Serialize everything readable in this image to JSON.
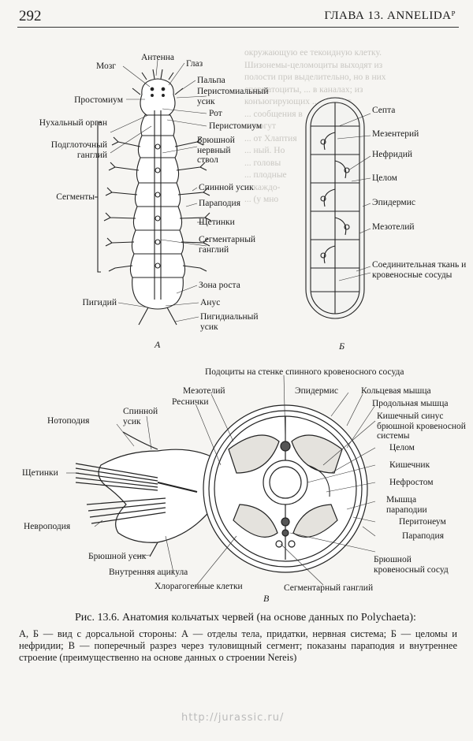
{
  "header": {
    "page_number": "292",
    "running_head": "ГЛАВА 13. ANNELIDAᴾ"
  },
  "background_text": [
    "окружающую ее текоидную клетку.",
    "Шизонемы-целомоциты выходят из",
    "полости при выделительно, но в них",
    "сперматоциты, ... в каналах; из",
    "конъюгирующих ... состоит",
    "... сообщения в",
    "... могут",
    "... от Хлаптия",
    "... ный. Но",
    "... головы",
    "... плодные",
    "... каждо-",
    "... (у мно"
  ],
  "panel_a": {
    "letter": "А",
    "labels_left": [
      "Мозг",
      "Простомиум",
      "Нухальный орган",
      "Подглоточный ганглий",
      "Сегменты",
      "Пигидий"
    ],
    "labels_right": [
      "Антенна",
      "Глаз",
      "Пальпа",
      "Перистомиальный усик",
      "Рот",
      "Перистомиум",
      "Брюшной нервный ствол",
      "Спинной усик",
      "Параподия",
      "Щетинки",
      "Сегментарный ганглий",
      "Зона роста",
      "Анус",
      "Пигидиальный усик"
    ]
  },
  "panel_b": {
    "letter": "Б",
    "labels": [
      "Септа",
      "Мезентерий",
      "Нефридий",
      "Целом",
      "Эпидермис",
      "Мезотелий",
      "Соединительная ткань и кровеносные сосуды"
    ]
  },
  "panel_c": {
    "letter": "В",
    "top_label": "Подоциты на стенке спинного кровеносного сосуда",
    "labels_left": [
      "Нотоподия",
      "Спинной усик",
      "Щетинки",
      "Невроподия",
      "Брюшной усик",
      "Внутренняя ацикула",
      "Хлорагогенные клетки",
      "Мезотелий",
      "Реснички"
    ],
    "labels_right": [
      "Эпидермис",
      "Кольцевая мышца",
      "Продольная мышца",
      "Кишечный синус брюшной кровеносной системы",
      "Целом",
      "Кишечник",
      "Нефростом",
      "Мышца параподии",
      "Перитонеум",
      "Параподия",
      "Брюшной кровеносный сосуд",
      "Сегментарный ганглий"
    ]
  },
  "caption": {
    "title": "Рис. 13.6. Анатомия кольчатых червей (на основе данных по Polychaeta):",
    "body": "А, Б — вид с дорсальной стороны: А — отделы тела, придатки, нервная система; Б — целомы и нефридии; В — поперечный разрез через туловищный сегмент; показаны параподия и внутреннее строение (преимущественно на основе данных о строении Nereis)"
  },
  "watermark": "http://jurassic.ru/"
}
